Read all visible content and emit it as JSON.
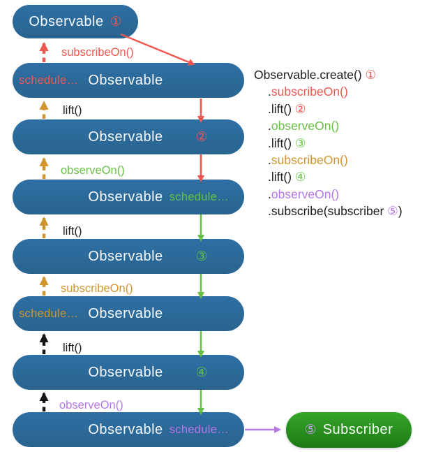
{
  "diagram": {
    "boxes": [
      {
        "label": "Observable",
        "badge": "①"
      },
      {
        "schedule": "schedule…",
        "label": "Observable"
      },
      {
        "label": "Observable",
        "badge": "②"
      },
      {
        "label": "Observable",
        "schedule": "schedule…"
      },
      {
        "label": "Observable",
        "badge": "③"
      },
      {
        "schedule": "schedule…",
        "label": "Observable"
      },
      {
        "label": "Observable",
        "badge": "④"
      },
      {
        "label": "Observable",
        "schedule": "schedule…"
      }
    ],
    "edge_labels": [
      {
        "text": "subscribeOn()"
      },
      {
        "text": "lift()"
      },
      {
        "text": "observeOn()"
      },
      {
        "text": "lift()"
      },
      {
        "text": "subscribeOn()"
      },
      {
        "text": "lift()"
      },
      {
        "text": "observeOn()"
      }
    ],
    "subscriber": {
      "badge": "⑤",
      "label": "Subscriber"
    }
  },
  "code": {
    "lines": [
      {
        "parts": [
          {
            "t": "Observable.create() "
          },
          {
            "t": "①"
          }
        ]
      },
      {
        "parts": [
          {
            "t": "."
          },
          {
            "t": "subscribeOn()"
          }
        ]
      },
      {
        "parts": [
          {
            "t": ".lift() "
          },
          {
            "t": "②"
          }
        ]
      },
      {
        "parts": [
          {
            "t": "."
          },
          {
            "t": "observeOn()"
          }
        ]
      },
      {
        "parts": [
          {
            "t": ".lift() "
          },
          {
            "t": "③"
          }
        ]
      },
      {
        "parts": [
          {
            "t": "."
          },
          {
            "t": "subscribeOn()"
          }
        ]
      },
      {
        "parts": [
          {
            "t": ".lift() "
          },
          {
            "t": "④"
          }
        ]
      },
      {
        "parts": [
          {
            "t": "."
          },
          {
            "t": "observeOn()"
          }
        ]
      },
      {
        "parts": [
          {
            "t": ".subscribe(subscriber "
          },
          {
            "t": "⑤"
          },
          {
            "t": ")"
          }
        ]
      }
    ]
  },
  "colors": {
    "box_blue": "#2b6a9e",
    "subscriber_green": "#2f9e23",
    "red": "#ee574f",
    "orange": "#d0952d",
    "green": "#67c043",
    "purple": "#b577e6",
    "black": "#1c1c1c"
  }
}
